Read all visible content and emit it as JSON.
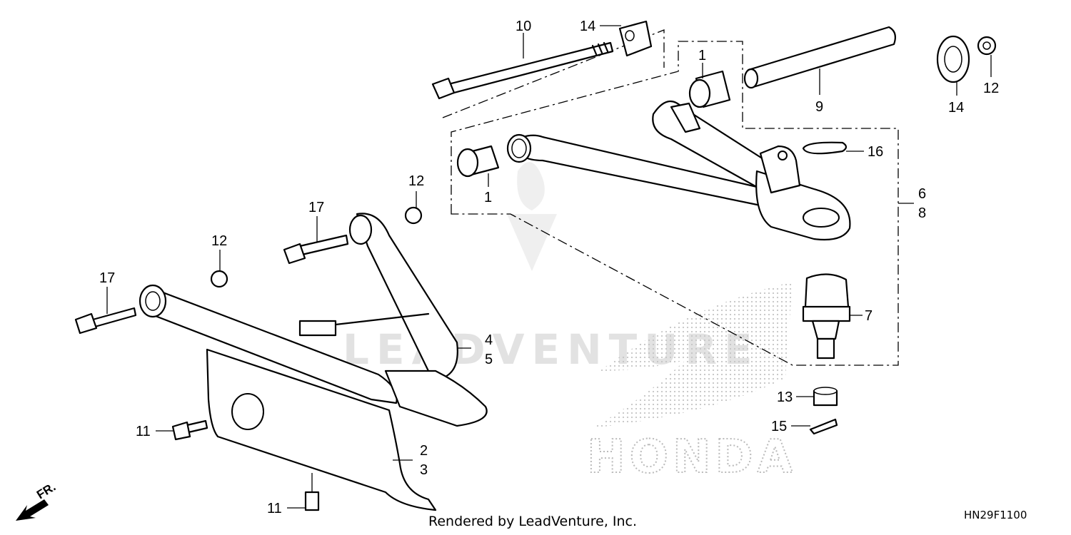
{
  "watermark": {
    "text": "LEADVENTURE",
    "brand": "HONDA"
  },
  "callouts": {
    "c1_top": "1",
    "c1_bottom": "1",
    "c2": "2",
    "c3": "3",
    "c4": "4",
    "c5": "5",
    "c6": "6",
    "c7": "7",
    "c8": "8",
    "c9": "9",
    "c10": "10",
    "c11_left": "11",
    "c11_bottom": "11",
    "c12_right": "12",
    "c12_mid": "12",
    "c12_left": "12",
    "c13": "13",
    "c14_left": "14",
    "c14_right": "14",
    "c15": "15",
    "c16": "16",
    "c17_left": "17",
    "c17_mid": "17"
  },
  "direction_marker": "FR.",
  "footer": {
    "rendered_by": "Rendered by LeadVenture, Inc.",
    "diagram_code": "HN29F1100"
  },
  "colors": {
    "ink": "#000000",
    "watermark": "#e2e2e2",
    "halftone": "#bbbbbb"
  }
}
